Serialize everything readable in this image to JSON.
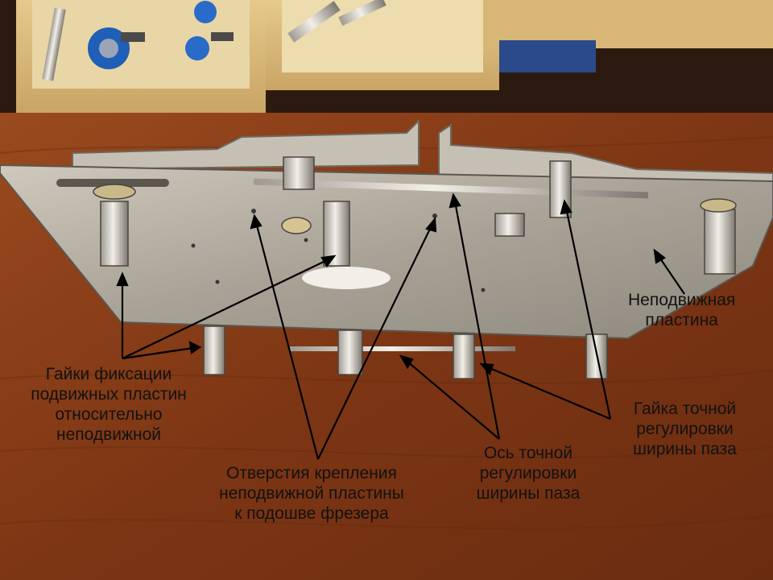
{
  "labels": {
    "fixed_plate": [
      "Неподвижная",
      "пластина"
    ],
    "nuts_fixing": [
      "Гайки фиксации",
      "подвижных пластин",
      "относительно",
      "неподвижной"
    ],
    "mount_holes": [
      "Отверстия крепления",
      "неподвижной пластины",
      "к подошве фрезера"
    ],
    "axis": [
      "Ось точной",
      "регулировки",
      "ширины паза"
    ],
    "nut_fine": [
      "Гайка точной",
      "регулировки",
      "ширины паза"
    ]
  },
  "colors": {
    "table_wood": "#8a3f18",
    "metal_plate": "#b9b3a8",
    "box_wood": "#d9b87a",
    "router_bit_blue": "#1f5fb8",
    "annotation": "#000000"
  }
}
